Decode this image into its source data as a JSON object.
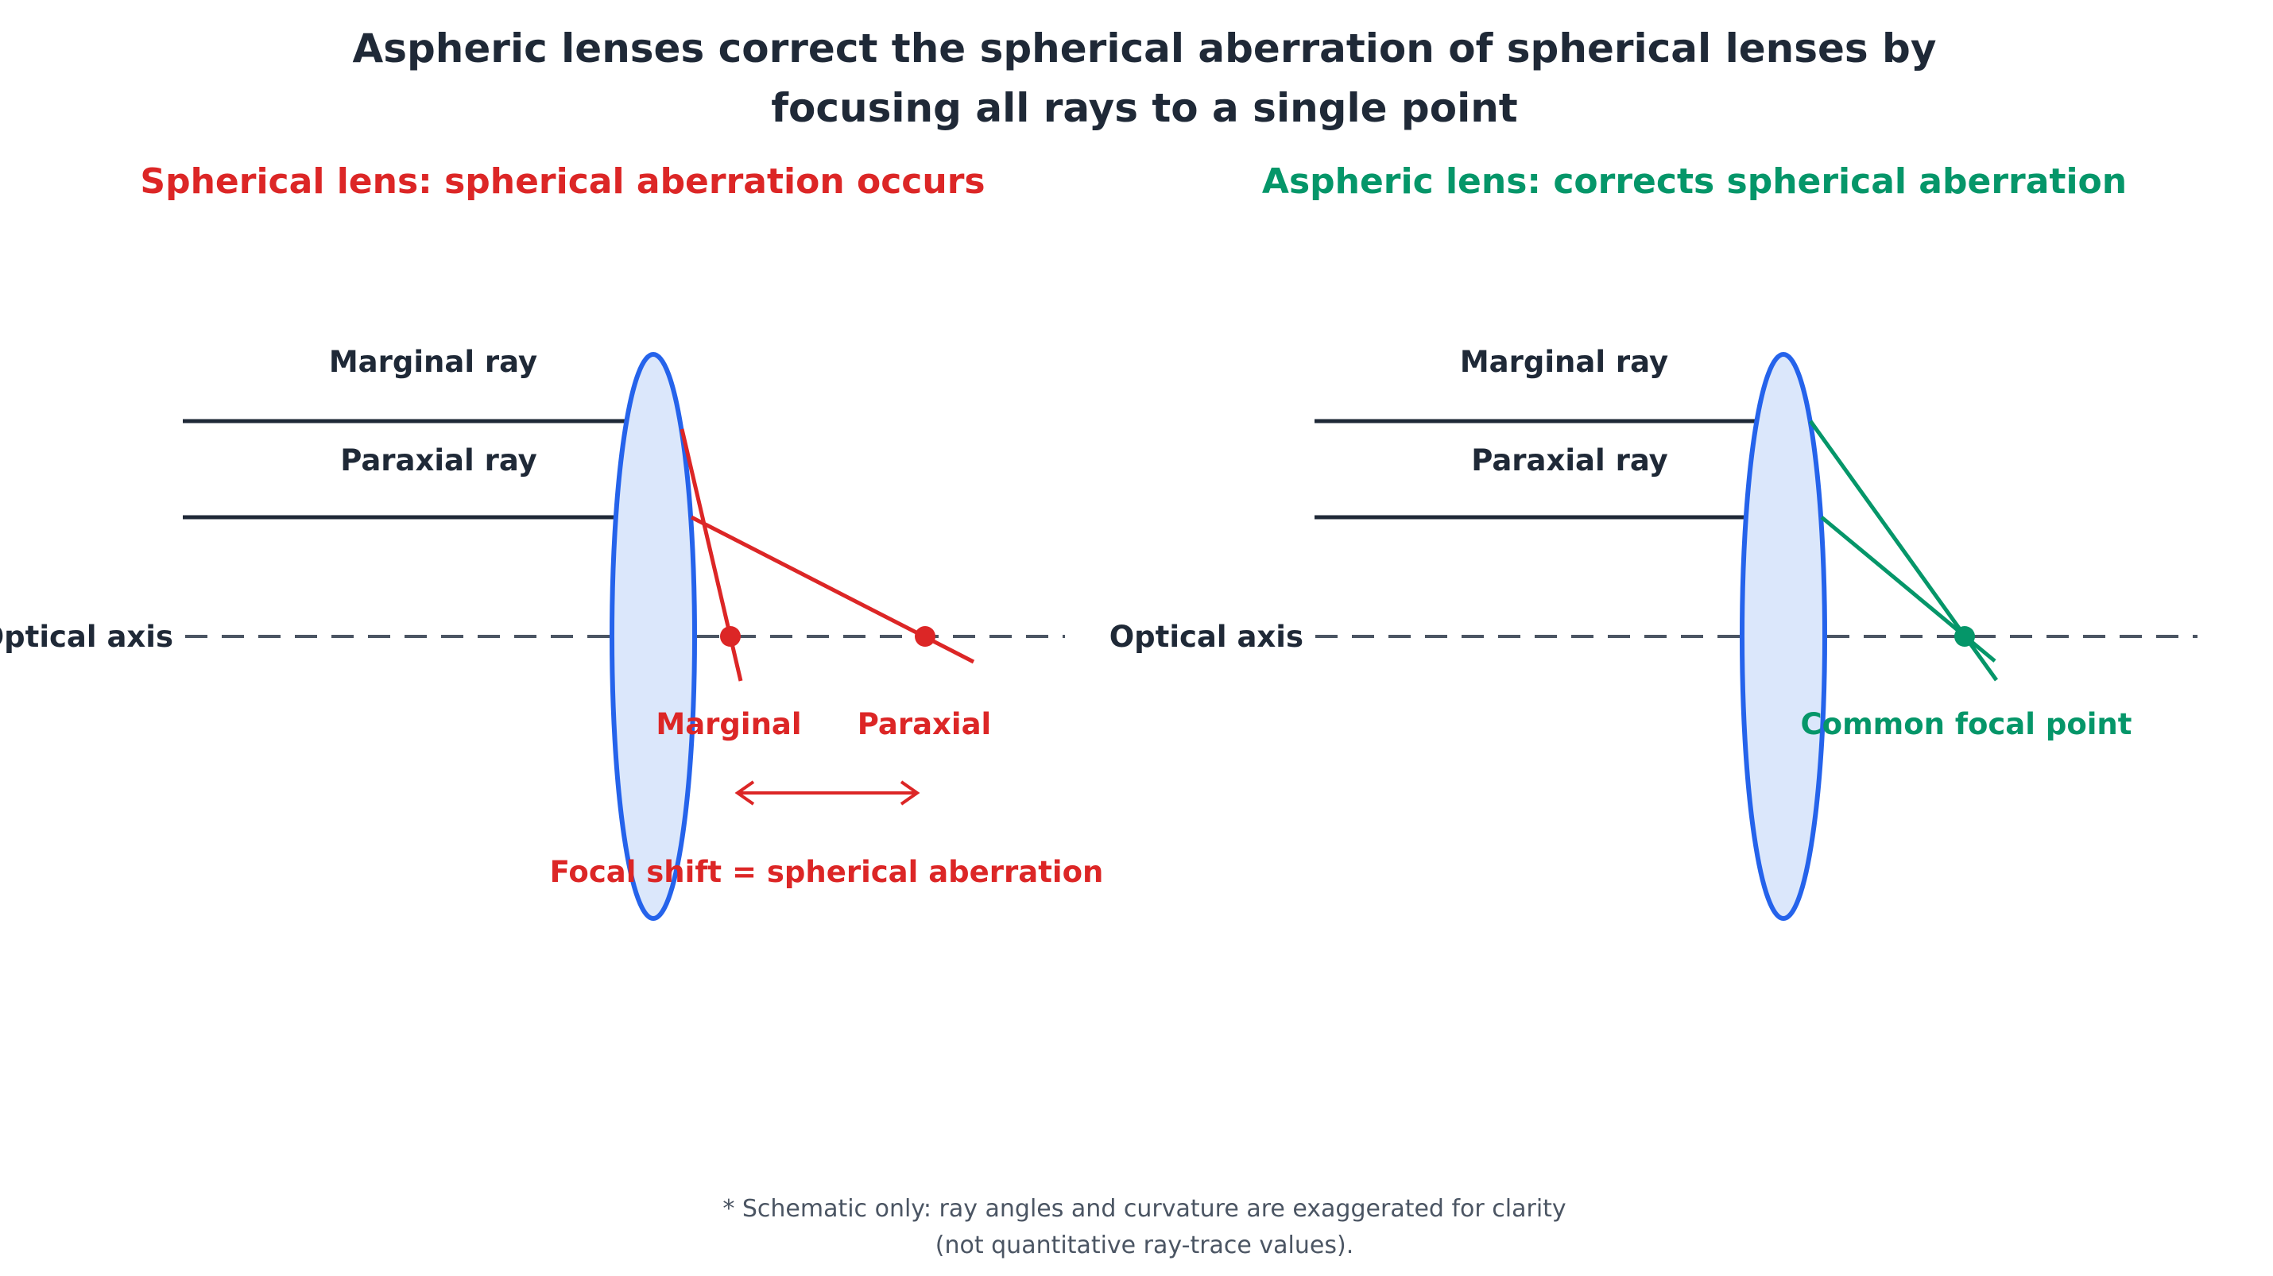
{
  "title": {
    "line1": "Aspheric lenses correct the spherical aberration of spherical lenses by",
    "line2": "focusing all rays to a single point"
  },
  "left_panel": {
    "title": "Spherical lens: spherical aberration occurs",
    "marginal_ray_label": "Marginal ray",
    "paraxial_ray_label": "Paraxial ray",
    "axis_label": "Optical axis",
    "marginal_focus_label": "Marginal",
    "paraxial_focus_label": "Paraxial",
    "shift_label": "Focal shift = spherical aberration"
  },
  "right_panel": {
    "title": "Aspheric lens: corrects spherical aberration",
    "marginal_ray_label": "Marginal ray",
    "paraxial_ray_label": "Paraxial ray",
    "axis_label": "Optical axis",
    "focus_label": "Common focal point"
  },
  "footnote": {
    "line1": "* Schematic only: ray angles and curvature are exaggerated for clarity",
    "line2": "(not quantitative ray-trace values)."
  },
  "colors": {
    "title": "#1f2937",
    "spherical": "#dc2626",
    "aspheric": "#059669",
    "lens_stroke": "#2563eb",
    "lens_fill": "#dbe7fb",
    "ray": "#1f2937",
    "axis": "#4b5563",
    "footnote": "#4b5563"
  }
}
